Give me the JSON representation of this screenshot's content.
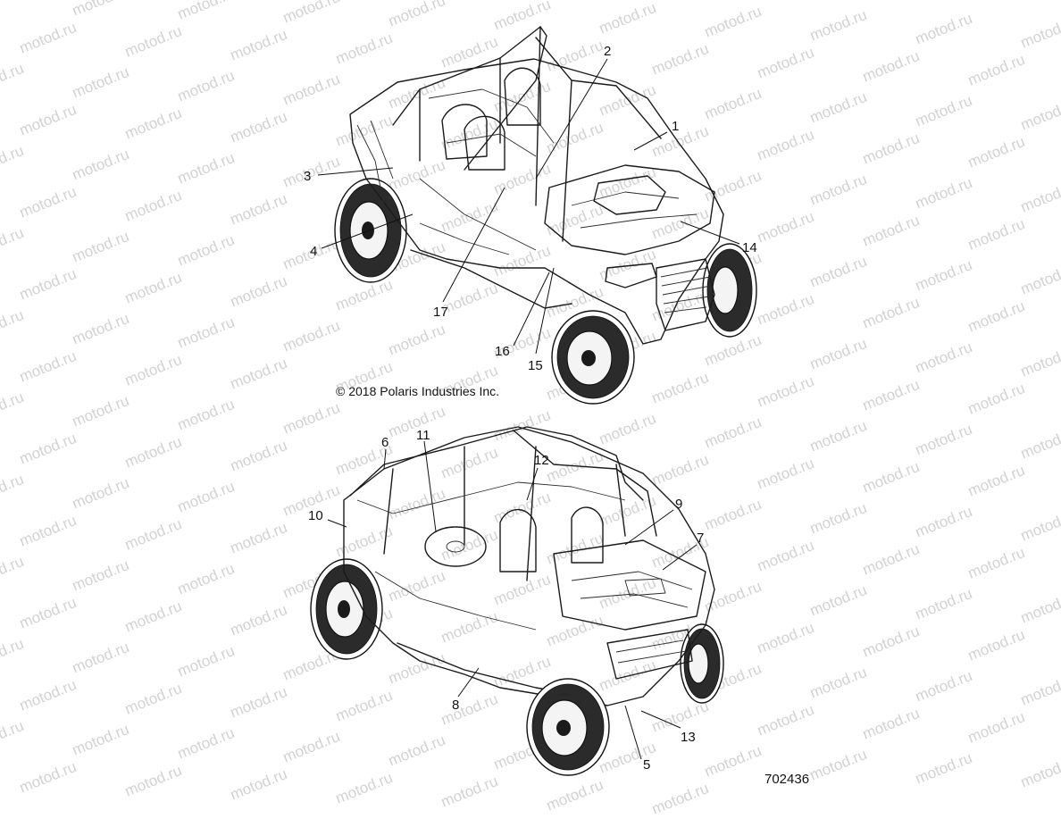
{
  "watermark": {
    "text": "motod.ru"
  },
  "copyright": "© 2018 Polaris Industries Inc.",
  "part_number": "702436",
  "top_view": {
    "callouts": [
      "1",
      "2",
      "3",
      "4",
      "14",
      "15",
      "16",
      "17"
    ]
  },
  "bottom_view": {
    "callouts": [
      "5",
      "6",
      "7",
      "8",
      "9",
      "10",
      "11",
      "12",
      "13"
    ]
  }
}
